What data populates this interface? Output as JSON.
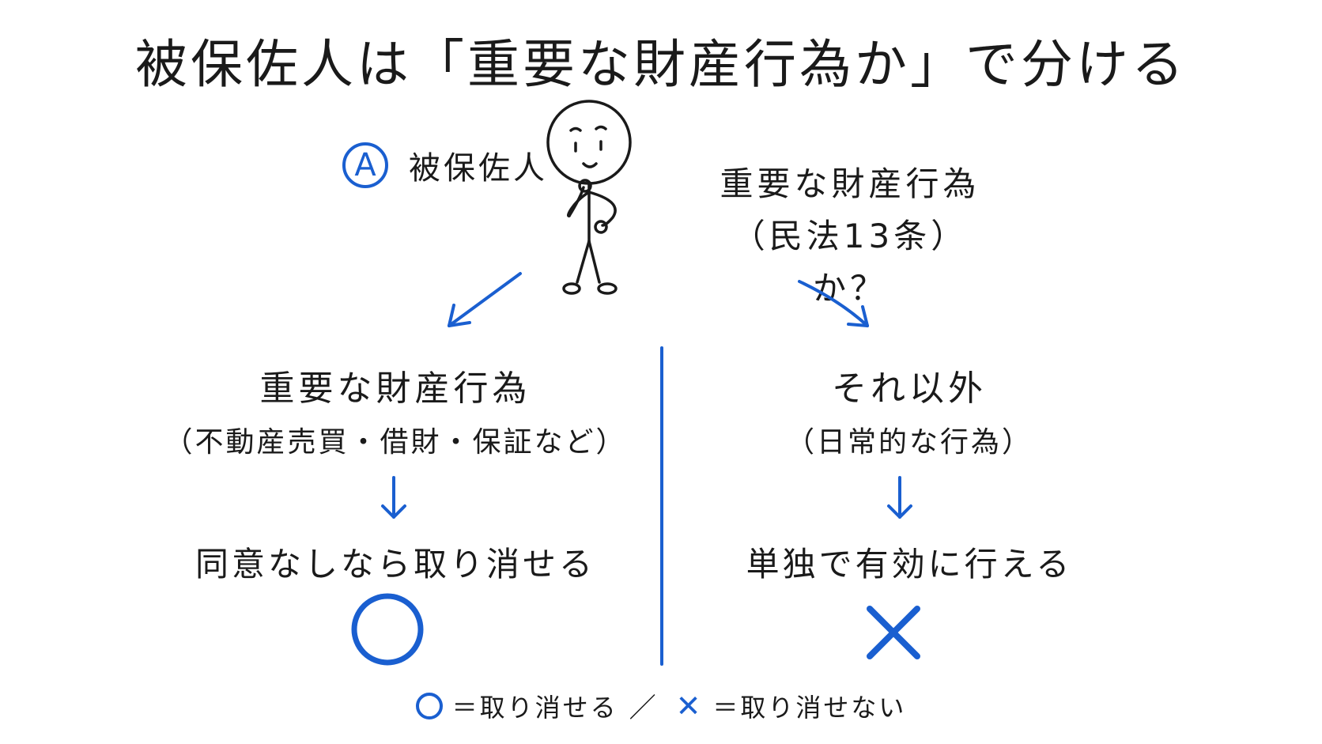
{
  "title": "被保佐人は「重要な財産行為か」で分ける",
  "person": {
    "badge": "A",
    "label": "被保佐人"
  },
  "question": {
    "line1": "重要な財産行為",
    "line2": "（民法13条）か？"
  },
  "left_branch": {
    "heading": "重要な財産行為",
    "examples": "（不動産売買・借財・保証など）",
    "result": "同意なしなら取り消せる",
    "mark": "circle"
  },
  "right_branch": {
    "heading": "それ以外",
    "examples": "（日常的な行為）",
    "result": "単独で有効に行える",
    "mark": "cross"
  },
  "legend": {
    "circle_text": "＝取り消せる",
    "separator": "／",
    "cross_symbol": "✕",
    "cross_text": "＝取り消せない"
  },
  "colors": {
    "accent": "#1a5fd0",
    "ink": "#1a1a1a"
  }
}
